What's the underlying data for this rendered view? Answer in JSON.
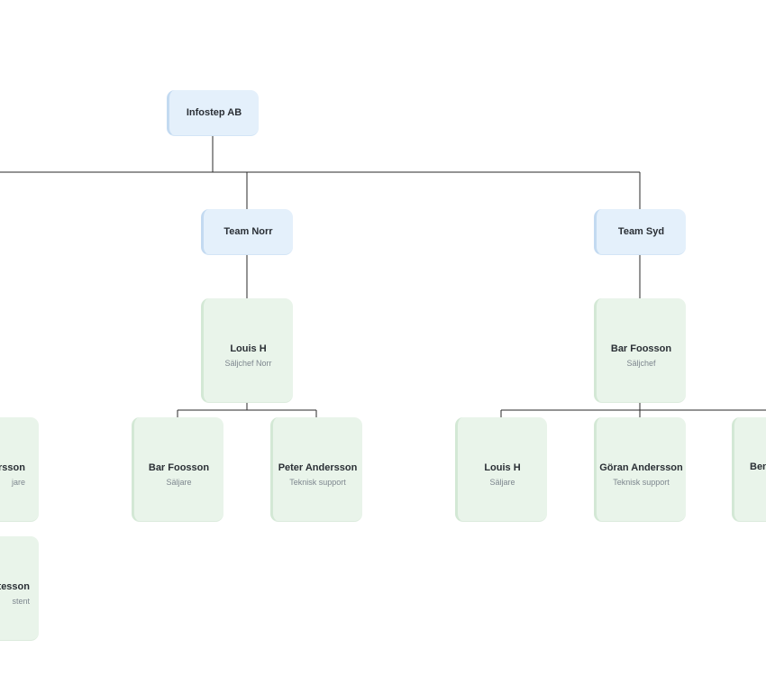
{
  "org": {
    "root": {
      "name": "Infostep AB"
    },
    "teams": [
      {
        "name": "Team Norr"
      },
      {
        "name": "Team Syd"
      }
    ],
    "leads": [
      {
        "name": "Louis H",
        "role": "Säljchef Norr"
      },
      {
        "name": "Bar Foosson",
        "role": "Säljchef"
      }
    ],
    "members": [
      {
        "name": "Bar Foosson",
        "role": "Säljare"
      },
      {
        "name": "Peter Andersson",
        "role": "Teknisk support"
      },
      {
        "name": "Louis H",
        "role": "Säljare"
      },
      {
        "name": "Göran Andersson",
        "role": "Teknisk support"
      },
      {
        "name": "Ben",
        "role": ""
      }
    ],
    "left_members": [
      {
        "name": "rsson",
        "role": "jare"
      },
      {
        "name": "tesson",
        "role": "stent"
      }
    ]
  },
  "colors": {
    "team_fill": "#e4f0fb",
    "person_fill": "#e9f4ea",
    "connector": "#2a2a2a"
  }
}
